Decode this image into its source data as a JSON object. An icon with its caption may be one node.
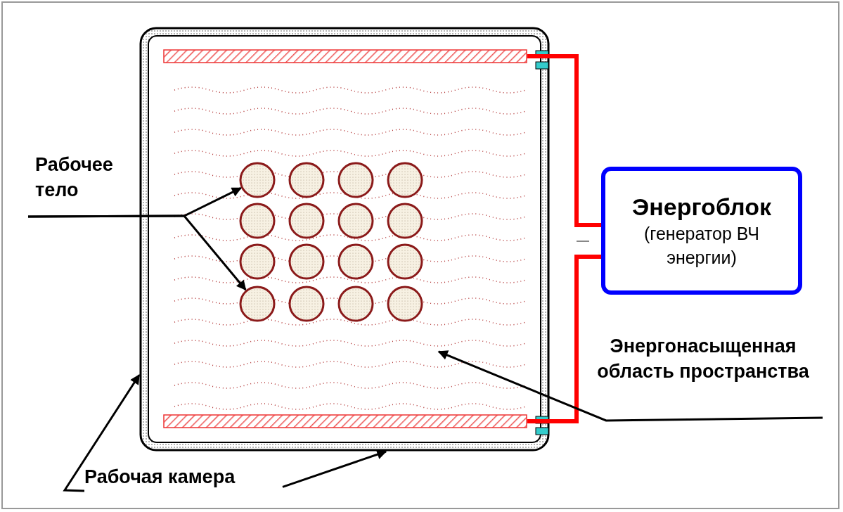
{
  "diagram": {
    "nodes": [
      {
        "text": [
          "Рабочее тело"
        ]
      },
      {
        "text": [],
        "shape": "box"
      },
      {
        "text": [],
        "shape": "bar",
        "in": 1
      },
      {
        "text": [],
        "shape": "circle",
        "in": 1
      },
      {
        "text": [],
        "shape": "circle",
        "in": 1
      },
      {
        "text": [],
        "shape": "circle",
        "in": 1
      },
      {
        "text": [],
        "shape": "circle",
        "in": 1
      },
      {
        "text": [],
        "shape": "circle",
        "in": 1
      },
      {
        "text": [],
        "shape": "circle",
        "in": 1
      },
      {
        "text": [],
        "shape": "circle",
        "in": 1
      },
      {
        "text": [],
        "shape": "circle",
        "in": 1
      },
      {
        "text": [],
        "shape": "circle",
        "in": 1
      },
      {
        "text": [],
        "shape": "circle",
        "in": 1
      },
      {
        "text": [],
        "shape": "circle",
        "in": 1
      },
      {
        "text": [],
        "shape": "circle",
        "in": 1
      },
      {
        "text": [],
        "shape": "circle",
        "in": 1
      },
      {
        "text": [],
        "shape": "circle",
        "in": 1
      },
      {
        "text": [],
        "shape": "circle",
        "in": 1
      },
      {
        "text": [],
        "shape": "circle",
        "in": 1
      },
      {
        "text": [],
        "shape": "bar",
        "in": 1
      },
      {
        "text": [
          "Энергоблок",
          "(генератор ВЧ энергии)"
        ]
      },
      {
        "text": [
          "Энергонасыщенная область пространства"
        ]
      },
      {
        "text": [
          "Рабочая камера"
        ]
      }
    ],
    "edges": [
      {
        "from": 0,
        "to": 3,
        "arrow": "to"
      },
      {
        "from": 0,
        "to": 15,
        "arrow": "to"
      },
      {
        "from": 20,
        "to": 2,
        "arrow": "none",
        "style": "thick",
        "color": "#ff0000"
      },
      {
        "from": 20,
        "to": 19,
        "arrow": "none",
        "style": "thick",
        "color": "#ff0000"
      },
      {
        "from": 21,
        "to": null,
        "arrow": "to"
      },
      {
        "from": 22,
        "to": 1,
        "arrow": "to"
      },
      {
        "from": 22,
        "to": 1,
        "arrow": "to"
      }
    ]
  }
}
